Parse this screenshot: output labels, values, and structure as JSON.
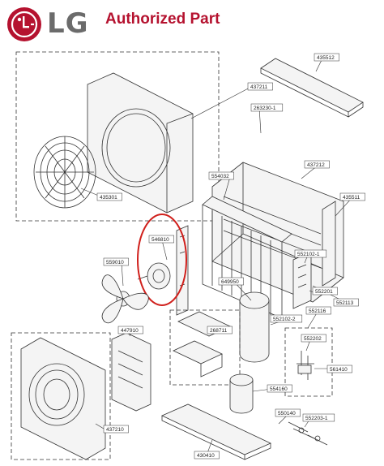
{
  "header": {
    "brand_letters": "LG",
    "brand_text": "LG",
    "tagline": "Authorized Part",
    "brand_color": "#b5122f",
    "logo_icon": "lg-face-logo-icon"
  },
  "callouts": [
    {
      "id": "c435512",
      "text": "435512"
    },
    {
      "id": "c437211",
      "text": "437211"
    },
    {
      "id": "c263230",
      "text": "263230-1"
    },
    {
      "id": "c435301",
      "text": "435301"
    },
    {
      "id": "c554032",
      "text": "554032"
    },
    {
      "id": "c437212",
      "text": "437212"
    },
    {
      "id": "c435511",
      "text": "435511"
    },
    {
      "id": "c546810",
      "text": "546810"
    },
    {
      "id": "c559010",
      "text": "559010"
    },
    {
      "id": "c552102_1",
      "text": "552102-1"
    },
    {
      "id": "c552201",
      "text": "552201"
    },
    {
      "id": "c552113",
      "text": "552113"
    },
    {
      "id": "c649950",
      "text": "649950"
    },
    {
      "id": "c552102_2",
      "text": "552102-2"
    },
    {
      "id": "c552116",
      "text": "552116"
    },
    {
      "id": "c447910",
      "text": "447910"
    },
    {
      "id": "c268711",
      "text": "268711"
    },
    {
      "id": "c552202",
      "text": "552202"
    },
    {
      "id": "c561410",
      "text": "561410"
    },
    {
      "id": "c554160",
      "text": "554160"
    },
    {
      "id": "c550140",
      "text": "550140"
    },
    {
      "id": "c552203_1",
      "text": "552203-1"
    },
    {
      "id": "c437210",
      "text": "437210"
    },
    {
      "id": "c430410",
      "text": "430410"
    }
  ],
  "highlight_color": "#d0201c"
}
